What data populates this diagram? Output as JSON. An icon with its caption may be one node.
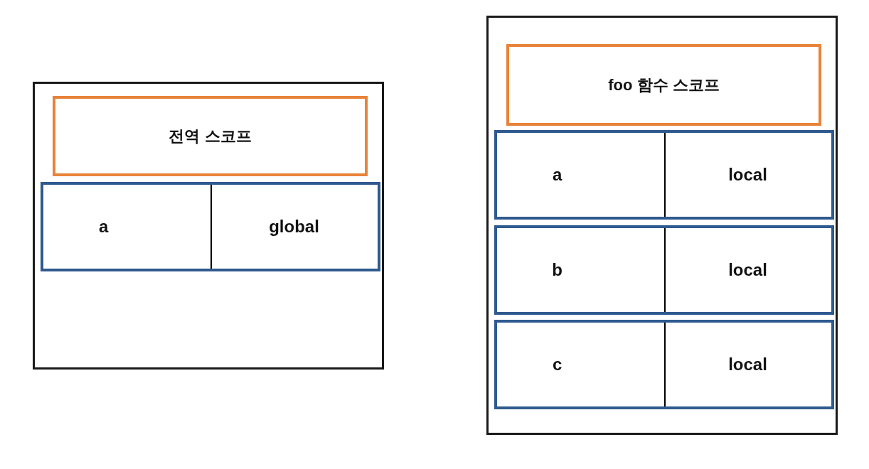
{
  "diagram": {
    "nodes": [
      {
        "text": [],
        "shape": "box"
      },
      {
        "text": [
          "전역 스코프"
        ],
        "in": 0
      },
      {
        "text": [
          "a",
          "global"
        ],
        "in": 0
      },
      {
        "text": [],
        "shape": "box"
      },
      {
        "text": [
          "foo 함수 스코프"
        ],
        "in": 3
      },
      {
        "text": [
          "a",
          "local"
        ],
        "in": 3
      },
      {
        "text": [
          "b",
          "local"
        ],
        "in": 3
      },
      {
        "text": [
          "c",
          "local"
        ],
        "in": 3
      }
    ],
    "edges": []
  }
}
